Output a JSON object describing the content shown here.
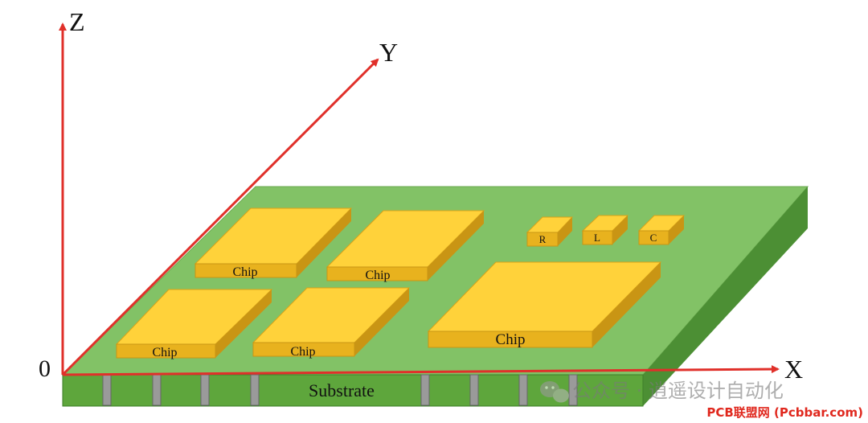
{
  "diagram": {
    "axes": {
      "x_label": "X",
      "y_label": "Y",
      "z_label": "Z",
      "origin_label": "0"
    },
    "chips": [
      {
        "label": "Chip"
      },
      {
        "label": "Chip"
      },
      {
        "label": "Chip"
      },
      {
        "label": "Chip"
      },
      {
        "label": "Chip"
      }
    ],
    "passives": [
      {
        "label": "R"
      },
      {
        "label": "L"
      },
      {
        "label": "C"
      }
    ],
    "substrate_label": "Substrate",
    "watermarks": {
      "wechat": "公众号 · 逍遥设计自动化",
      "site": "PCB联盟网 (Pcbbar.com)"
    },
    "colors": {
      "axis": "#e0302a",
      "board_top": "#82c266",
      "board_front": "#5ea63c",
      "board_side": "#4c8f34",
      "chip_top": "#ffd23a",
      "chip_front": "#e8b21e",
      "chip_side": "#c99514",
      "via": "#9a9a9a",
      "site_watermark": "#e0281e"
    }
  }
}
